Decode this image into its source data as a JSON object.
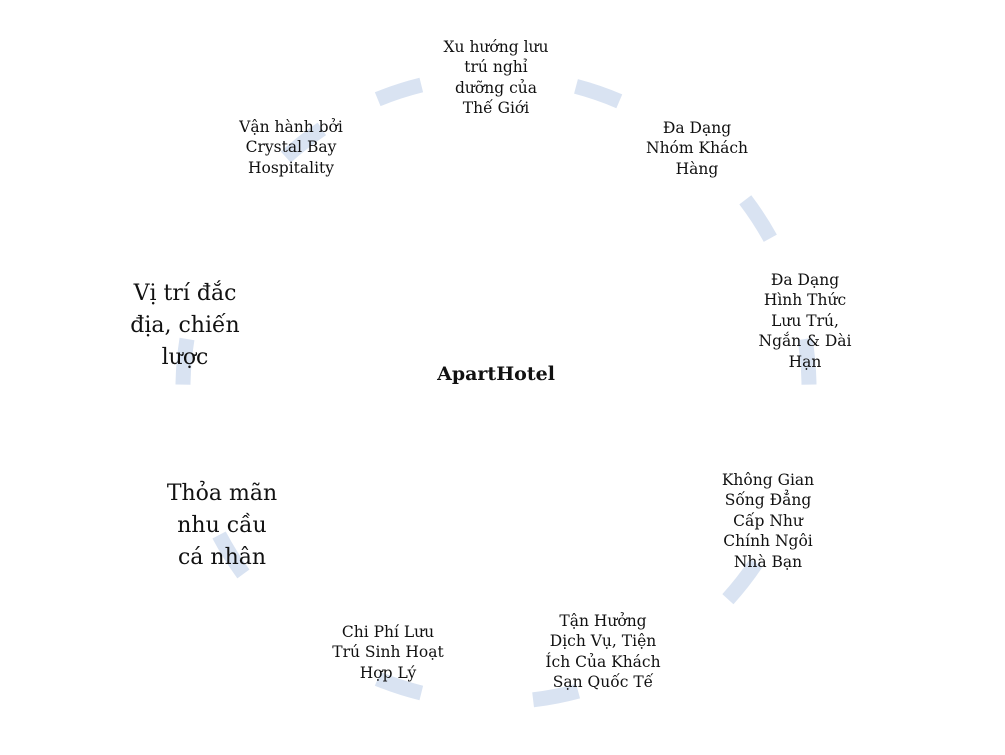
{
  "center": {
    "label": "ApartHotel"
  },
  "colors": {
    "ring_dash": "#d9e3f2",
    "text": "#111111",
    "background": "#ffffff"
  },
  "nodes": [
    {
      "id": "node-top",
      "lines": [
        "Xu hướng lưu",
        "trú nghỉ",
        "dưỡng của",
        "Thế Giới"
      ]
    },
    {
      "id": "node-customer-diversity",
      "lines": [
        "Đa Dạng",
        "Nhóm Khách",
        "Hàng"
      ]
    },
    {
      "id": "node-stay-types",
      "lines": [
        "Đa Dạng",
        "Hình Thức",
        "Lưu Trú,",
        "Ngắn & Dài",
        "Hạn"
      ]
    },
    {
      "id": "node-living-space",
      "lines": [
        "Không Gian",
        "Sống Đẳng",
        "Cấp Như",
        "Chính Ngôi",
        "Nhà Bạn"
      ]
    },
    {
      "id": "node-services",
      "lines": [
        "Tận Hưởng",
        "Dịch Vụ, Tiện",
        "Ích Của Khách",
        "Sạn Quốc Tế"
      ]
    },
    {
      "id": "node-cost",
      "lines": [
        "Chi Phí Lưu",
        "Trú Sinh Hoạt",
        "Hợp Lý"
      ]
    },
    {
      "id": "node-personal-needs",
      "lines": [
        "Thỏa mãn",
        "nhu cầu",
        "cá nhân"
      ]
    },
    {
      "id": "node-location",
      "lines": [
        "Vị trí đắc",
        "địa, chiến",
        "lược"
      ]
    },
    {
      "id": "node-operator",
      "lines": [
        "Vận hành bởi",
        "Crystal Bay",
        "Hospitality"
      ]
    }
  ]
}
